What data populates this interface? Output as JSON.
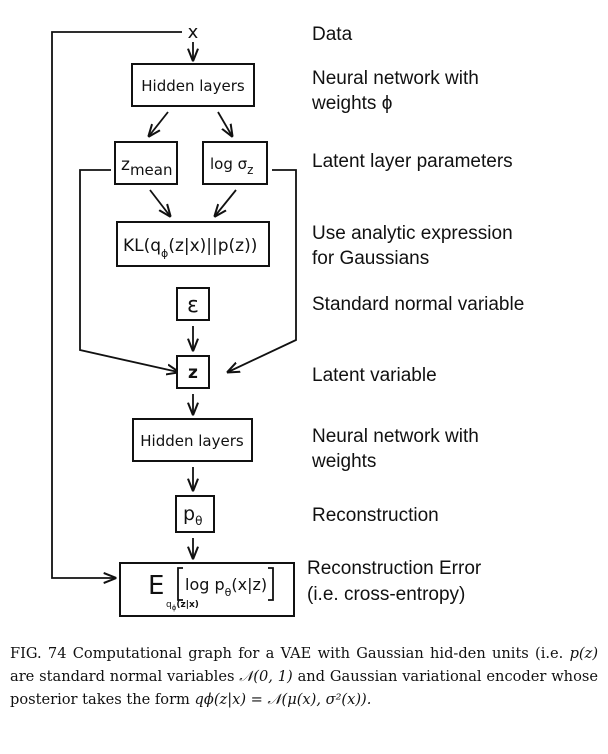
{
  "nodes": {
    "x": "x",
    "hidden1": "Hidden layers",
    "z_mean": "z",
    "z_mean_sub": "mean",
    "log_sigma": "log σ",
    "log_sigma_sub": "z",
    "kl": "KL(q",
    "kl_sub": "ϕ",
    "kl_rest": "(z|x)||p(z))",
    "epsilon": "ε",
    "z": "z",
    "hidden2": "Hidden layers",
    "p_theta": "p",
    "p_theta_sub": "θ",
    "expect_E": "E",
    "expect_sub": "q",
    "expect_sub2": "ϕ",
    "expect_sub3": "(z|x)",
    "expect_log": "log p",
    "expect_theta": "θ",
    "expect_rest": "(x|z)"
  },
  "labels": {
    "data": "Data",
    "nn1_line1": "Neural network with",
    "nn1_line2": "weights ϕ",
    "latent_params": "Latent layer parameters",
    "analytic_line1": "Use analytic expression",
    "analytic_line2": "for Gaussians",
    "std_normal": "Standard normal  variable",
    "latent_var": "Latent variable",
    "nn2_line1": "Neural network with",
    "nn2_line2": "weights",
    "reconstruction": "Reconstruction",
    "recon_error_line1": "Reconstruction Error",
    "recon_error_line2": "(i.e. cross-entropy)"
  },
  "caption": {
    "fig": "FIG. 74",
    "part1": "Computational graph for a VAE with Gaussian hid-den units (i.e.",
    "pz": "p(z)",
    "part2": "are standard normal variables",
    "normal01": "𝒩(0, 1)",
    "part3": "and Gaussian variational encoder whose posterior takes the form",
    "posterior": "qϕ(z|x) = 𝒩(μ(x), σ²(x))."
  }
}
